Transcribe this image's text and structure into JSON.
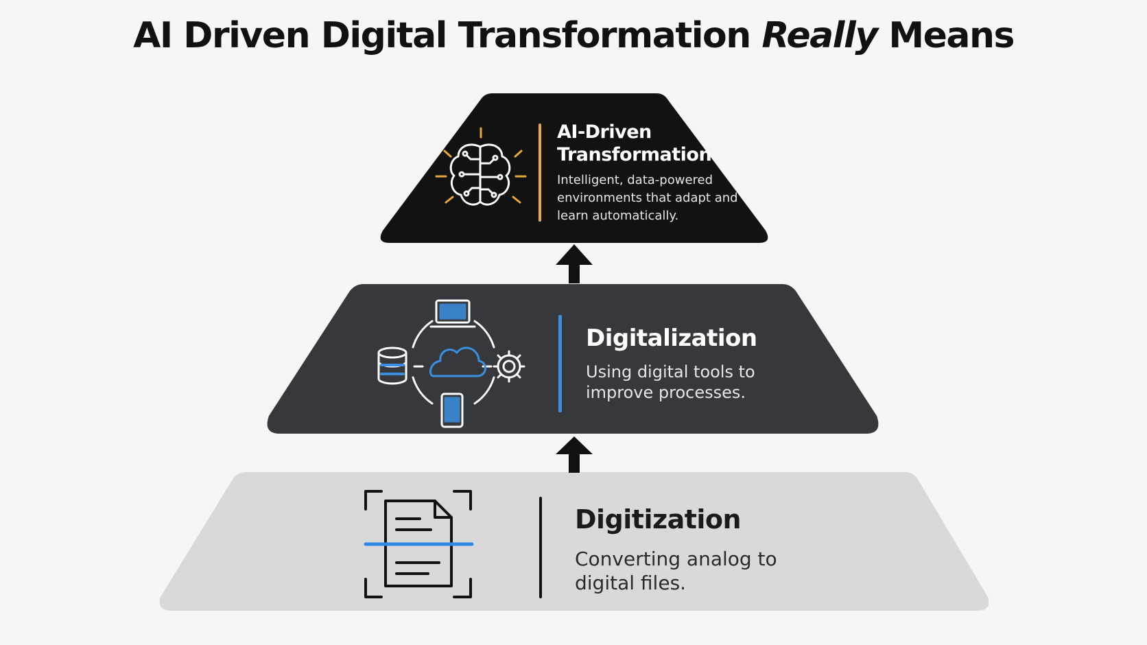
{
  "title": {
    "part1": "AI Driven Digital Transformation ",
    "emphasis": "Really",
    "part2": " Means"
  },
  "tiers": [
    {
      "heading": "AI-Driven Transformation",
      "description": "Intelligent, data-powered environments that adapt and learn automatically.",
      "icon": "brain-icon",
      "fill": "#121212",
      "accent": "#e8a93a"
    },
    {
      "heading": "Digitalization",
      "description": "Using digital tools to improve processes.",
      "icon": "connected-devices-icon",
      "fill": "#36383c",
      "accent": "#3a8fe0"
    },
    {
      "heading": "Digitization",
      "description": "Converting analog to digital files.",
      "icon": "document-scan-icon",
      "fill": "#d9d9d9",
      "accent": "#2f8ae6"
    }
  ]
}
